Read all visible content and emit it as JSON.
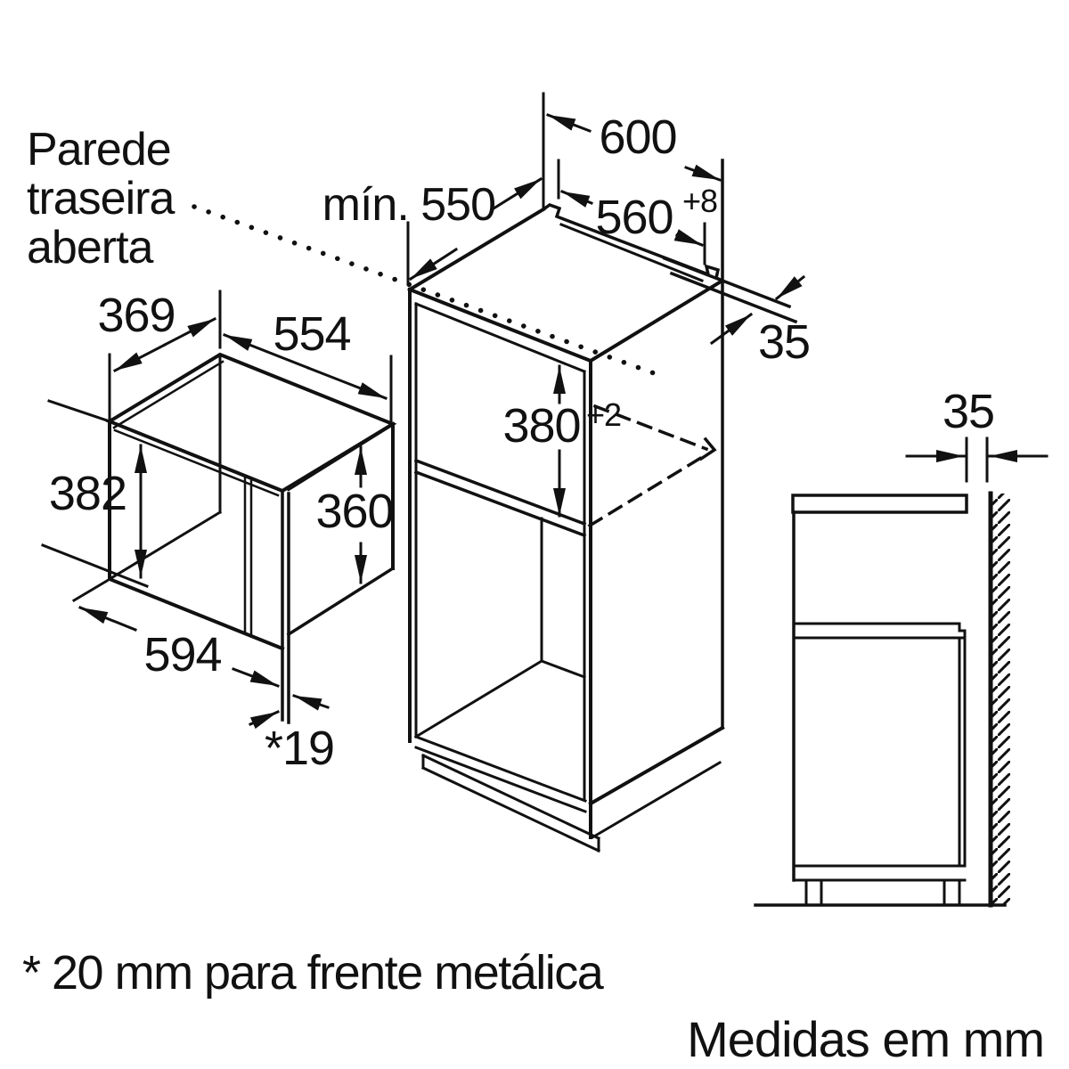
{
  "diagram": {
    "back_wall_label": {
      "line1": "Parede",
      "line2": "traseira",
      "line3": "aberta"
    },
    "cabinet": {
      "min_depth": "mín. 550",
      "outer_width": "600",
      "niche_width": "560",
      "niche_width_tolerance": "+8",
      "niche_height": "380",
      "niche_height_tolerance": "+2",
      "wall_gap": "35"
    },
    "appliance": {
      "body_depth": "369",
      "body_width": "554",
      "front_height": "382",
      "body_height": "360",
      "front_width": "594",
      "door_thickness": "*19"
    },
    "side_view": {
      "wall_gap": "35"
    },
    "footnote": "* 20 mm para frente metálica",
    "units_note": "Medidas em mm"
  }
}
